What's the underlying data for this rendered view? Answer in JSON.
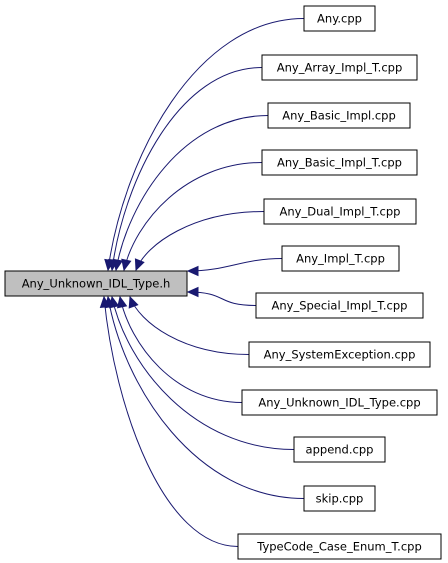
{
  "colors": {
    "edge": "#191970",
    "source_fill": "#bfbfbf",
    "target_fill": "#ffffff",
    "border": "#000000"
  },
  "source": "Any_Unknown_IDL_Type.h",
  "targets": [
    "Any.cpp",
    "Any_Array_Impl_T.cpp",
    "Any_Basic_Impl.cpp",
    "Any_Basic_Impl_T.cpp",
    "Any_Dual_Impl_T.cpp",
    "Any_Impl_T.cpp",
    "Any_Special_Impl_T.cpp",
    "Any_SystemException.cpp",
    "Any_Unknown_IDL_Type.cpp",
    "append.cpp",
    "skip.cpp",
    "TypeCode_Case_Enum_T.cpp"
  ]
}
